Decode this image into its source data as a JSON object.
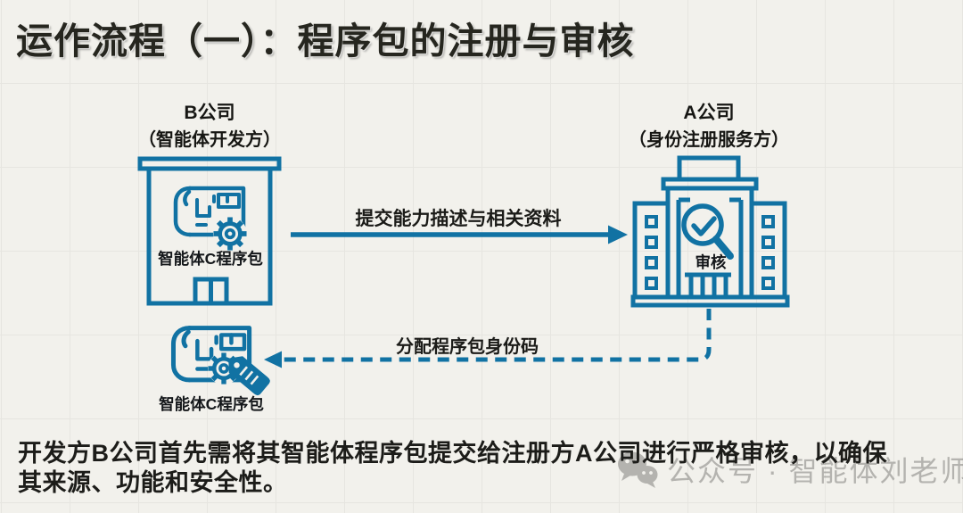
{
  "title": "运作流程（一）：程序包的注册与审核",
  "diagram": {
    "entity_b": {
      "name": "B公司",
      "role": "（智能体开发方）",
      "package_label": "智能体C程序包"
    },
    "entity_a": {
      "name": "A公司",
      "role": "（身份注册服务方）",
      "action_label": "审核"
    },
    "flows": {
      "submit": {
        "label": "提交能力描述与相关资料"
      },
      "assign": {
        "label": "分配程序包身份码"
      }
    },
    "result_package": {
      "label": "智能体C程序包"
    }
  },
  "footer": {
    "lines": [
      "开发方B公司首先需将其智能体程序包提交给注册方A公司进行严格审核，以确保",
      "其来源、功能和安全性。"
    ]
  },
  "watermark": {
    "text": "公众号 · 智能体刘老师"
  },
  "colors": {
    "diagram_blue": "#1172a3",
    "text_dark": "#1d1d1a",
    "paper": "#f2f1ec",
    "grid_line": "#e6e5e0",
    "watermark_gray": "#8f8e8a"
  }
}
